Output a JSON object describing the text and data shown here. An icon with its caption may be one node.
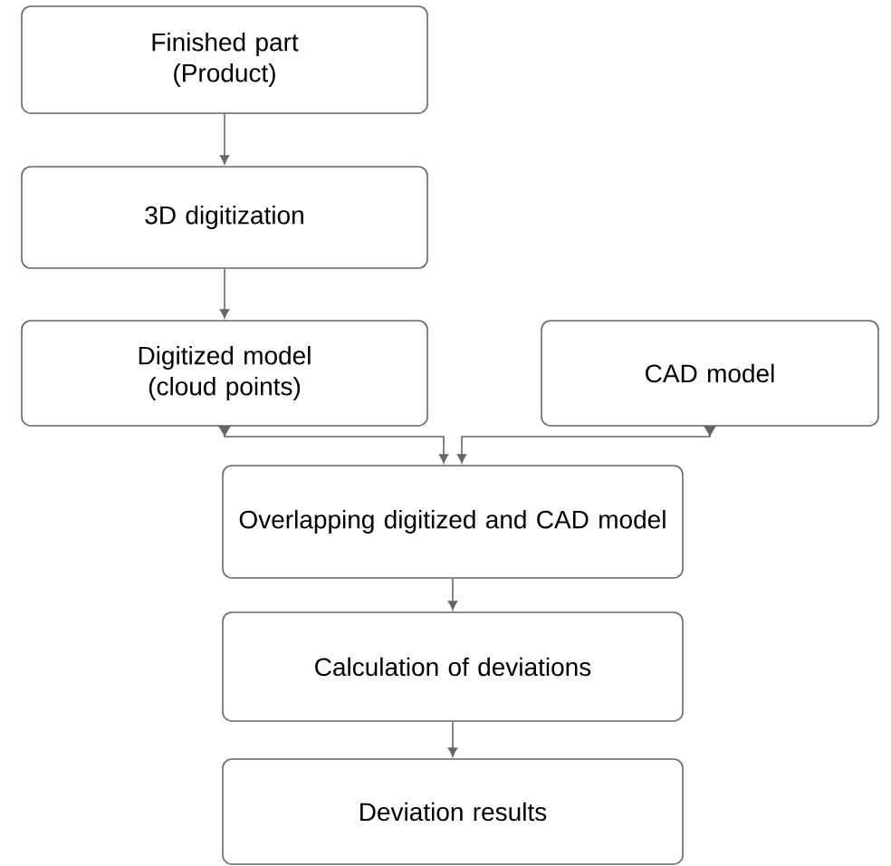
{
  "diagram": {
    "nodes": [
      {
        "text": [
          "Finished part (Product)"
        ]
      },
      {
        "text": [
          "3D digitization"
        ]
      },
      {
        "text": [
          "Digitized model (cloud points)"
        ]
      },
      {
        "text": [
          "CAD model"
        ]
      },
      {
        "text": [
          "Overlapping digitized and CAD model"
        ]
      },
      {
        "text": [
          "Calculation of deviations"
        ]
      },
      {
        "text": [
          "Deviation results"
        ]
      }
    ],
    "edges": [
      {
        "from": 0,
        "to": 1,
        "arrow": "to"
      },
      {
        "from": 1,
        "to": 2,
        "arrow": "to"
      },
      {
        "from": 2,
        "to": 4,
        "arrow": "to"
      },
      {
        "from": 3,
        "to": 4,
        "arrow": "to"
      },
      {
        "from": 4,
        "to": 5,
        "arrow": "to"
      },
      {
        "from": 5,
        "to": 6,
        "arrow": "to"
      }
    ]
  }
}
